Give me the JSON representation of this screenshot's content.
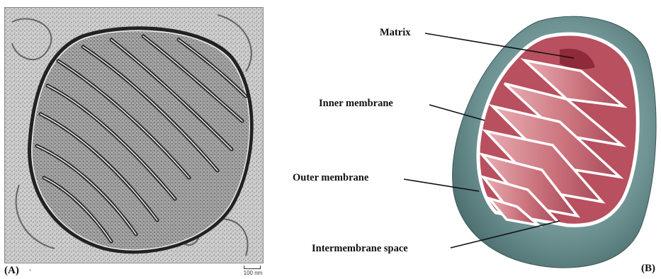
{
  "panel_a": {
    "label": "(A)",
    "scale_bar": "100 nm"
  },
  "panel_b": {
    "label": "(B)",
    "labels": {
      "matrix": "Matrix",
      "inner_membrane": "Inner membrane",
      "outer_membrane": "Outer membrane",
      "intermembrane_space": "Intermembrane space"
    }
  },
  "colors": {
    "outer_membrane": "#6f9393",
    "cristae": "#c9707a",
    "cristae_light": "#e7a7ad",
    "matrix_dark": "#8e2a3a",
    "micrograph_bg": "#d8d8d8"
  }
}
